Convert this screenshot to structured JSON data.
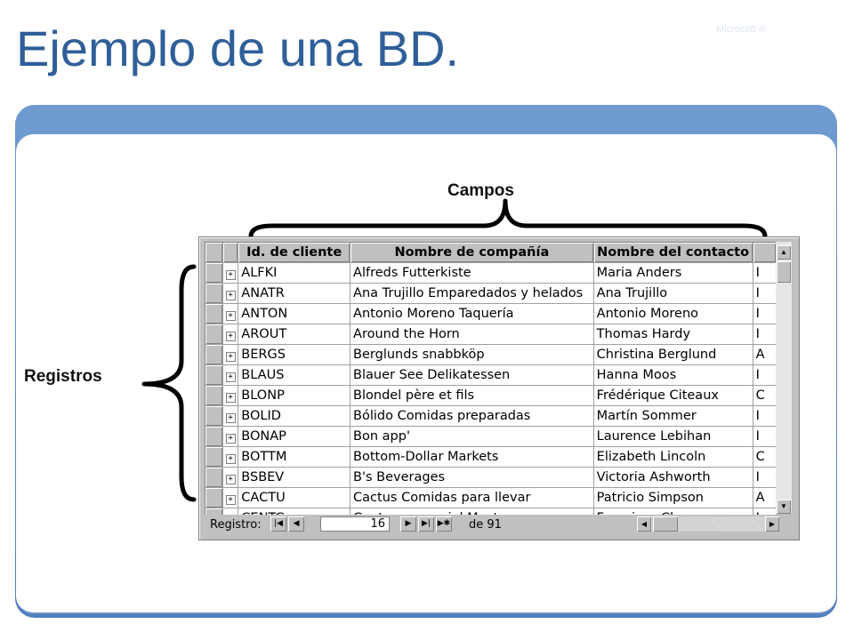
{
  "slide": {
    "title": "Ejemplo de una BD.",
    "brand": "Microsoft ®"
  },
  "labels": {
    "fields": "Campos",
    "records": "Registros"
  },
  "table": {
    "headers": [
      "Id. de cliente",
      "Nombre de compañía",
      "Nombre del contacto"
    ],
    "rows": [
      [
        "ALFKI",
        "Alfreds Futterkiste",
        "Maria Anders",
        "I"
      ],
      [
        "ANATR",
        "Ana Trujillo Emparedados y helados",
        "Ana Trujillo",
        "I"
      ],
      [
        "ANTON",
        "Antonio Moreno Taquería",
        "Antonio Moreno",
        "I"
      ],
      [
        "AROUT",
        "Around the Horn",
        "Thomas Hardy",
        "I"
      ],
      [
        "BERGS",
        "Berglunds snabbköp",
        "Christina Berglund",
        "A"
      ],
      [
        "BLAUS",
        "Blauer See Delikatessen",
        "Hanna Moos",
        "I"
      ],
      [
        "BLONP",
        "Blondel père et fils",
        "Frédérique Citeaux",
        "C"
      ],
      [
        "BOLID",
        "Bólido Comidas preparadas",
        "Martín Sommer",
        "I"
      ],
      [
        "BONAP",
        "Bon app'",
        "Laurence Lebihan",
        "I"
      ],
      [
        "BOTTM",
        "Bottom-Dollar Markets",
        "Elizabeth Lincoln",
        "C"
      ],
      [
        "BSBEV",
        "B's Beverages",
        "Victoria Ashworth",
        "I"
      ],
      [
        "CACTU",
        "Cactus Comidas para llevar",
        "Patricio Simpson",
        "A"
      ],
      [
        "CENTC",
        "Centro comercial Moctezuma",
        "Francisco Chang",
        "I"
      ]
    ]
  },
  "navigator": {
    "label": "Registro:",
    "current": "16",
    "of_text": "de 91"
  },
  "icons": [
    "expand-icon",
    "first-record-icon",
    "previous-record-icon",
    "next-record-icon",
    "last-record-icon",
    "new-record-icon",
    "scroll-up-icon",
    "scroll-down-icon",
    "scroll-left-icon",
    "scroll-right-icon"
  ]
}
